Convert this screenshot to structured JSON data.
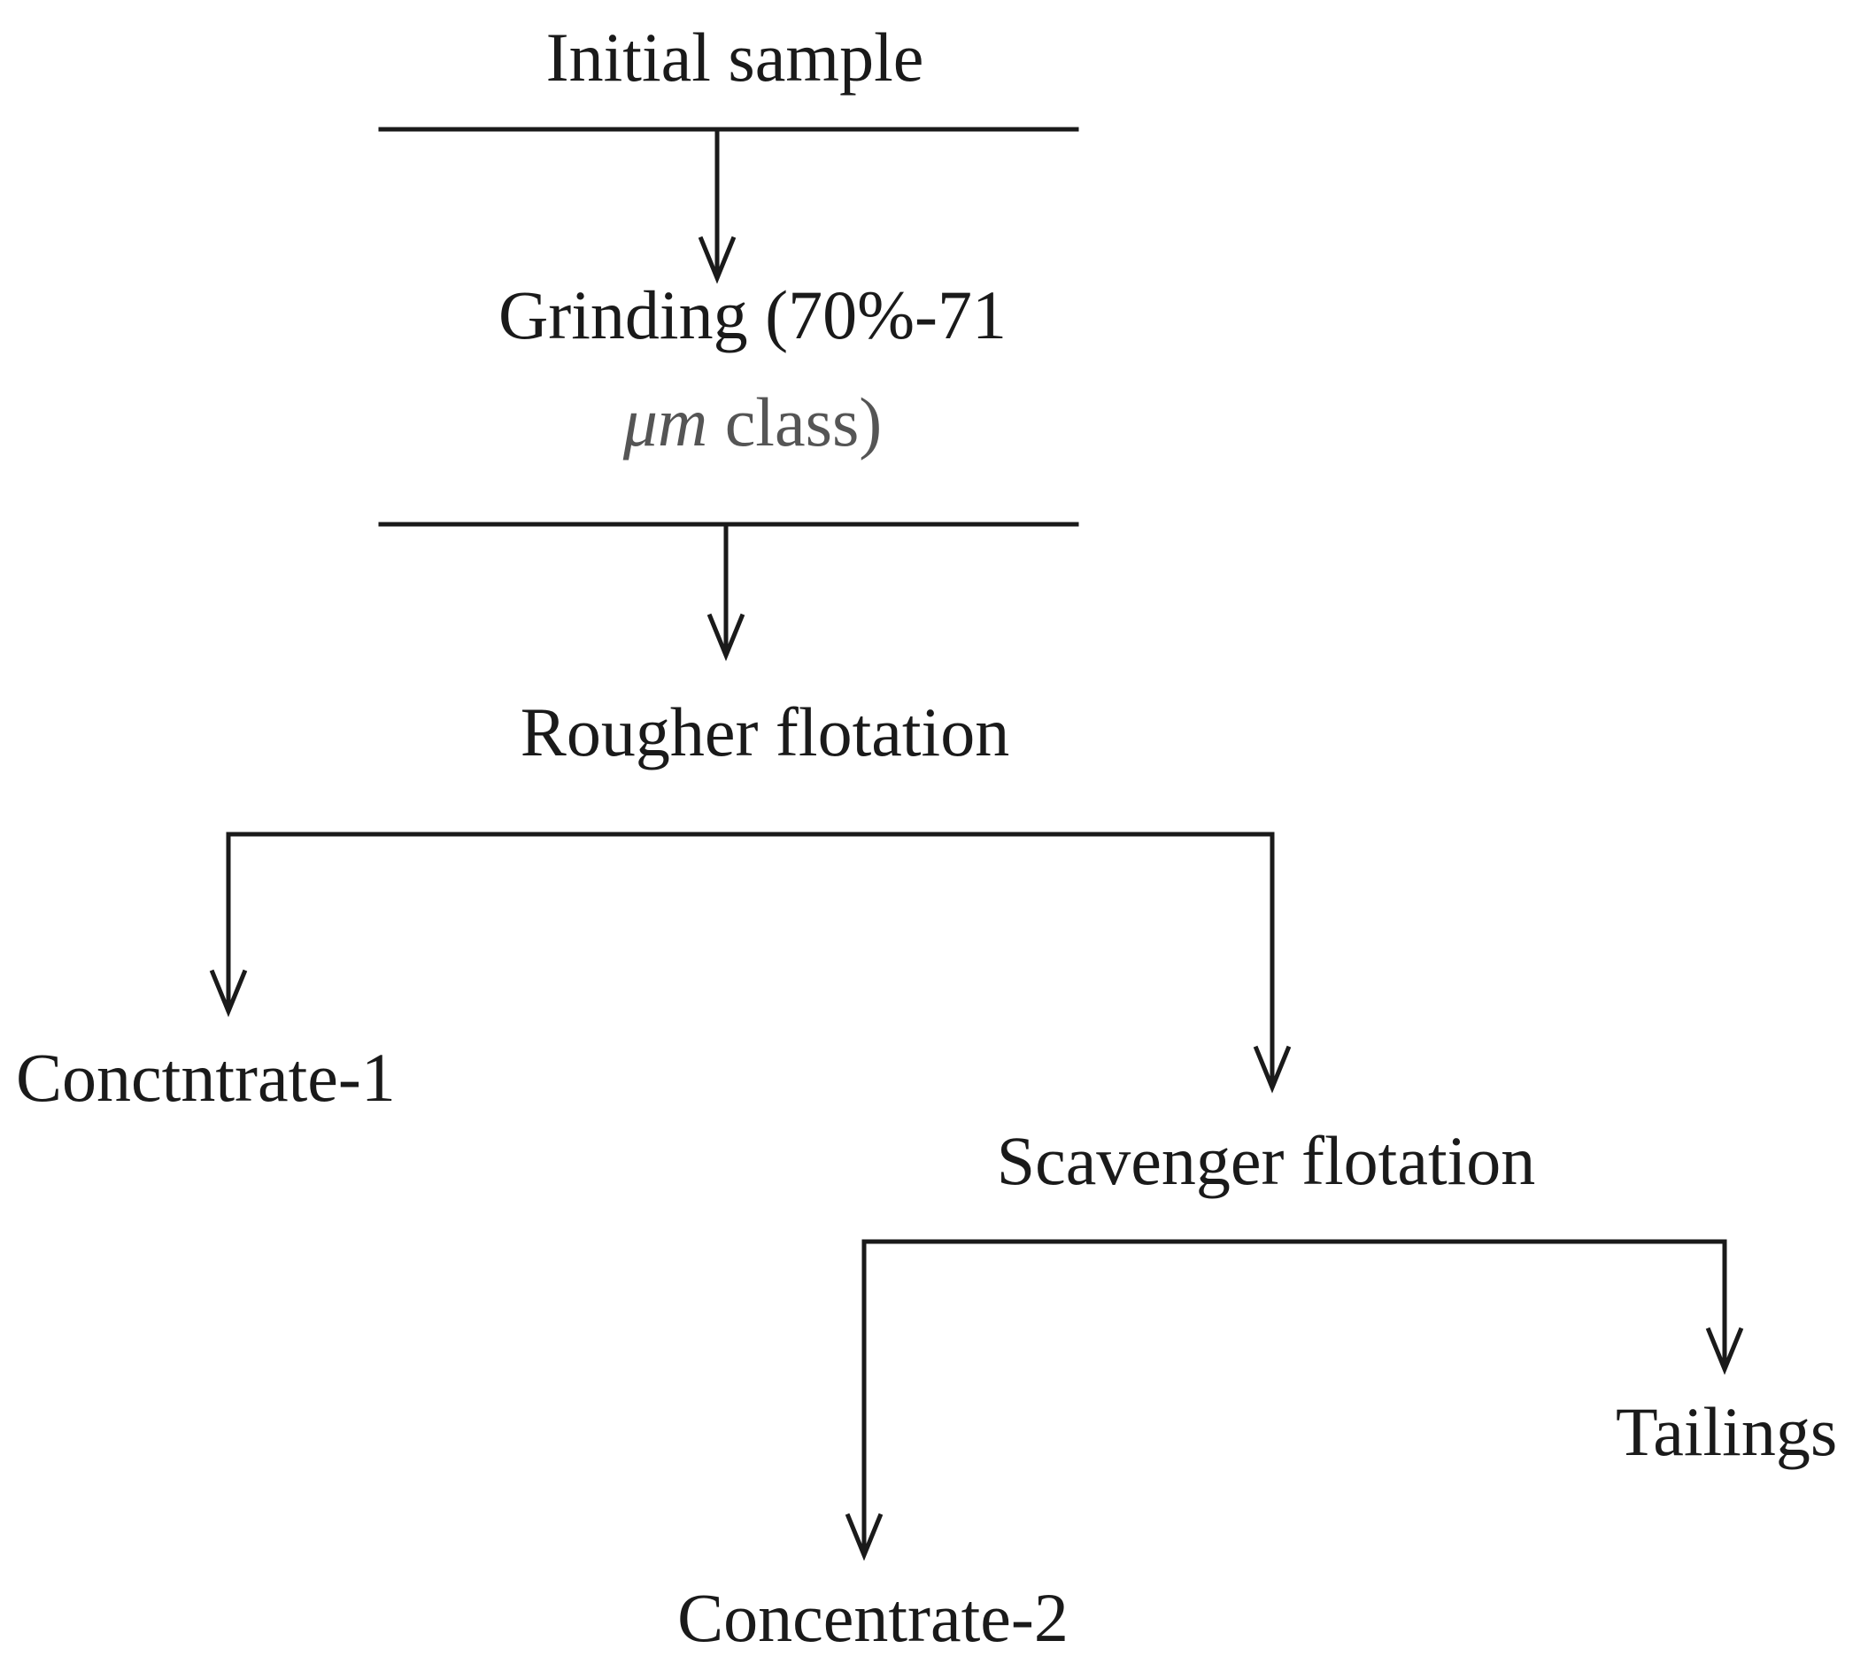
{
  "diagram": {
    "type": "process-flowchart",
    "nodes": {
      "initial_sample": "Initial sample",
      "grinding_line1": "Grinding (70%-71",
      "grinding_unit": "μm",
      "grinding_rest": " class)",
      "rougher_flotation": "Rougher flotation",
      "concentrate_1": "Conctntrate-1",
      "scavenger_flotation": "Scavenger flotation",
      "tailings": "Tailings",
      "concentrate_2": "Concentrate-2"
    },
    "edges": [
      {
        "from": "initial_sample",
        "to": "grinding"
      },
      {
        "from": "grinding",
        "to": "rougher_flotation"
      },
      {
        "from": "rougher_flotation",
        "to": "concentrate_1"
      },
      {
        "from": "rougher_flotation",
        "to": "scavenger_flotation"
      },
      {
        "from": "scavenger_flotation",
        "to": "concentrate_2"
      },
      {
        "from": "scavenger_flotation",
        "to": "tailings"
      }
    ],
    "colors": {
      "line": "#1a1a1a",
      "text": "#1a1a1a",
      "muted_text": "#555555",
      "background": "#ffffff"
    }
  }
}
